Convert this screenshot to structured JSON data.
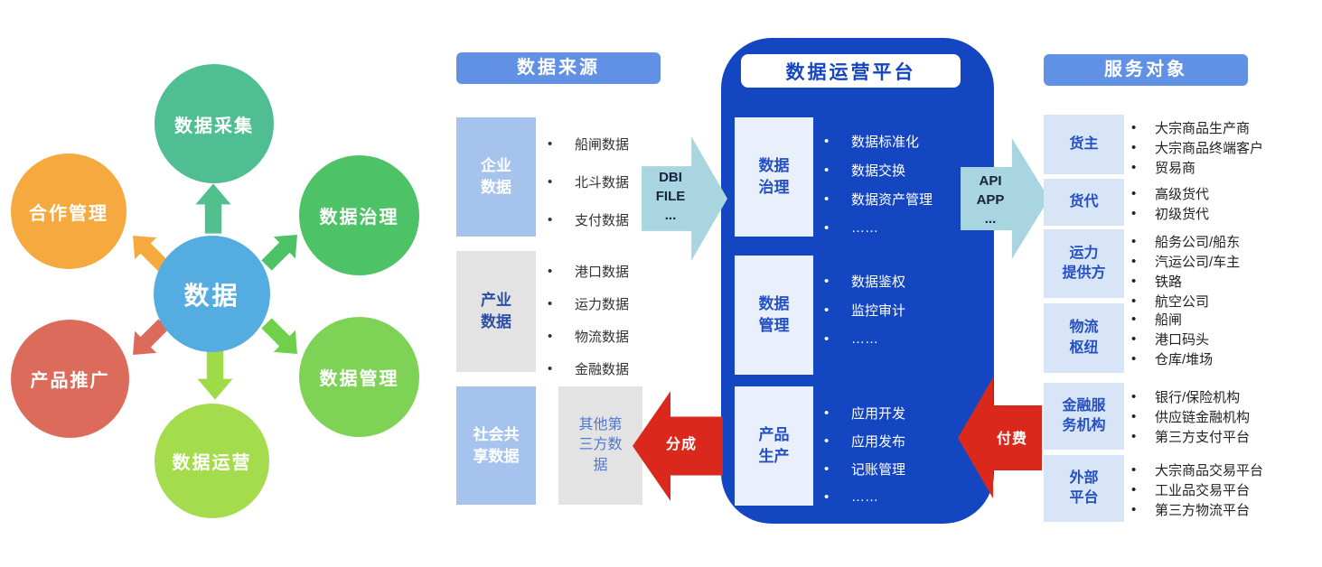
{
  "colors": {
    "header_blue": "#6091E4",
    "platform_blue": "#1546C2",
    "light_blue_box": "#A6C3ED",
    "gray_box": "#E3E3E3",
    "platform_inner_box": "#E9F0FC",
    "target_box": "#D8E5F7",
    "teal_arrow": "#A8D5DF",
    "red_arrow": "#DA291C"
  },
  "cycle": {
    "center": {
      "label": "数据",
      "color": "#55ACE0"
    },
    "collection": {
      "label": "数据采集",
      "color": "#4FBE92"
    },
    "governance": {
      "label": "数据治理",
      "color": "#4DC267"
    },
    "management": {
      "label": "数据管理",
      "color": "#7ED356"
    },
    "operations": {
      "label": "数据运营",
      "color": "#A5DC4D"
    },
    "promotion": {
      "label": "产品推广",
      "color": "#DC6B5C"
    },
    "cooperation": {
      "label": "合作管理",
      "color": "#F6A93E"
    },
    "arrows": {
      "up": "#52BF8E",
      "down": "#9FDB49",
      "ne": "#4DC267",
      "se": "#6FD14B",
      "nw": "#F6A93E",
      "sw": "#DC6B5C"
    }
  },
  "sources": {
    "header": "数据来源",
    "groups": [
      {
        "label": [
          "企业",
          "数据"
        ],
        "items": [
          "船闸数据",
          "北斗数据",
          "支付数据"
        ]
      },
      {
        "label": [
          "产业",
          "数据"
        ],
        "items": [
          "港口数据",
          "运力数据",
          "物流数据",
          "金融数据"
        ]
      },
      {
        "label": [
          "社会共",
          "享数据"
        ]
      }
    ],
    "third_party": {
      "label": [
        "其他第",
        "三方数",
        "据"
      ]
    }
  },
  "platform": {
    "header": "数据运营平台",
    "modules": [
      {
        "label": [
          "数据",
          "治理"
        ],
        "items": [
          "数据标准化",
          "数据交换",
          "数据资产管理",
          "……"
        ]
      },
      {
        "label": [
          "数据",
          "管理"
        ],
        "items": [
          "数据鉴权",
          "监控审计",
          "……"
        ]
      },
      {
        "label": [
          "产品",
          "生产"
        ],
        "items": [
          "应用开发",
          "应用发布",
          "记账管理",
          "……"
        ]
      }
    ]
  },
  "targets": {
    "header": "服务对象",
    "rows": [
      {
        "label": [
          "货主"
        ],
        "items": [
          "大宗商品生产商",
          "大宗商品终端客户",
          "贸易商"
        ]
      },
      {
        "label": [
          "货代"
        ],
        "items": [
          "高级货代",
          "初级货代"
        ]
      },
      {
        "label": [
          "运力",
          "提供方"
        ],
        "items": [
          "船务公司/船东",
          "汽运公司/车主",
          "铁路",
          "航空公司"
        ]
      },
      {
        "label": [
          "物流",
          "枢纽"
        ],
        "items": [
          "船闸",
          "港口码头",
          "仓库/堆场"
        ]
      },
      {
        "label": [
          "金融服",
          "务机构"
        ],
        "items": [
          "银行/保险机构",
          "供应链金融机构",
          "第三方支付平台"
        ]
      },
      {
        "label": [
          "外部",
          "平台"
        ],
        "items": [
          "大宗商品交易平台",
          "工业品交易平台",
          "第三方物流平台"
        ]
      }
    ]
  },
  "flows": {
    "dbi": {
      "lines": [
        "DBI",
        "FILE",
        "..."
      ]
    },
    "api": {
      "lines": [
        "API",
        "APP",
        "..."
      ]
    },
    "share": {
      "label": "分成"
    },
    "pay": {
      "label": "付费"
    }
  }
}
